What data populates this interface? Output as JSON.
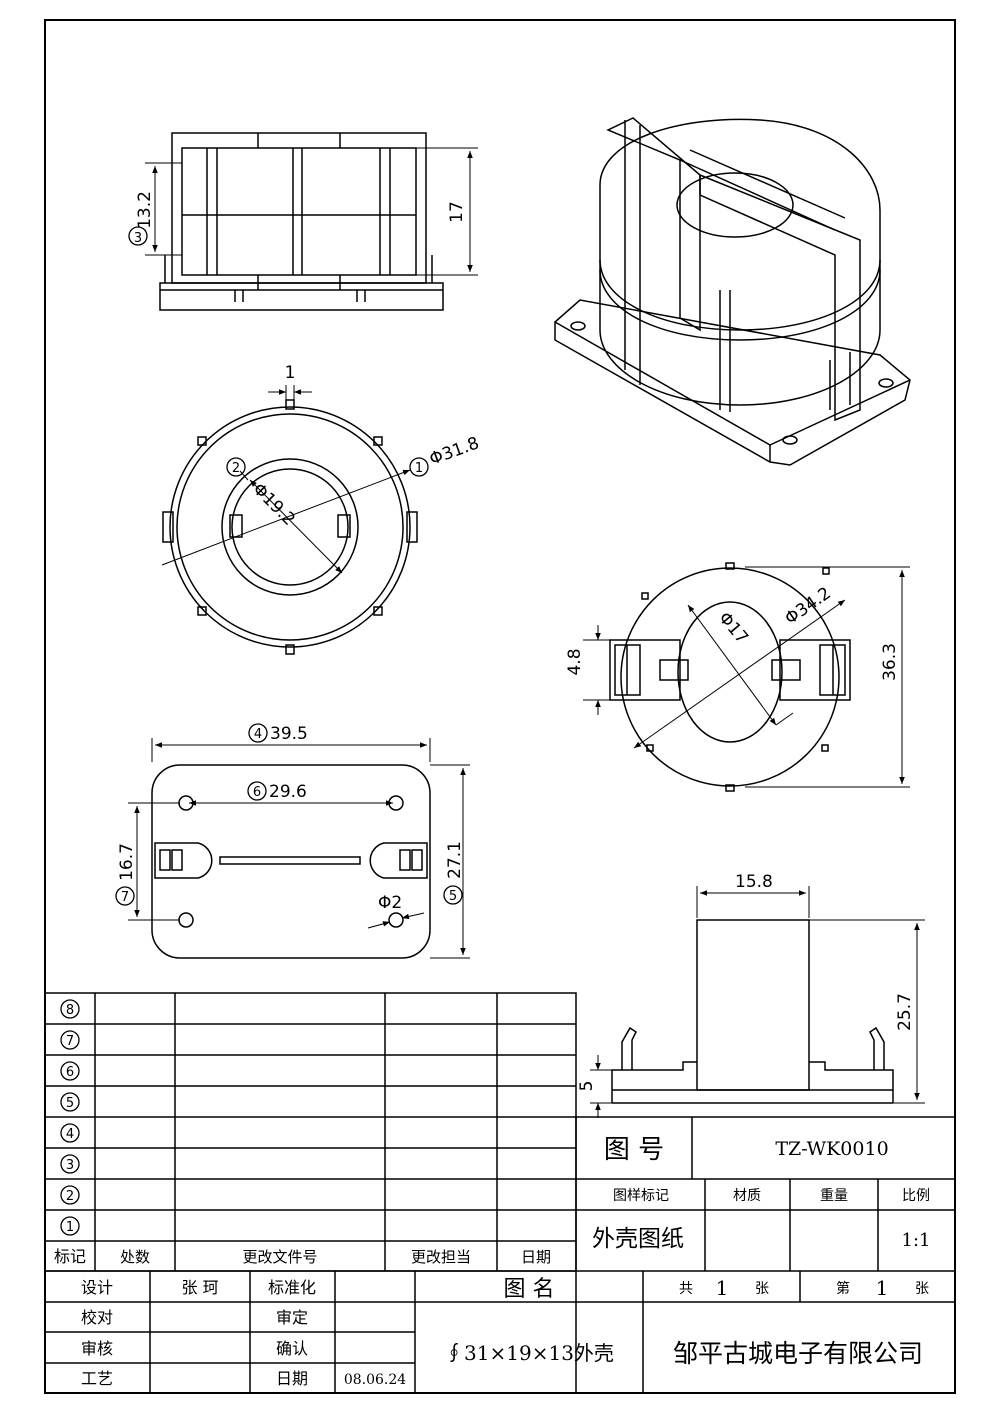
{
  "dims": {
    "d3": "13.2",
    "h17": "17",
    "w1": "1",
    "d1": "Φ31.8",
    "d2": "Φ19.2",
    "d34": "Φ34.2",
    "d17": "Φ17",
    "h48": "4.8",
    "h363": "36.3",
    "w395": "39.5",
    "w296": "29.6",
    "h167": "16.7",
    "h271": "27.1",
    "dphi2": "Φ2",
    "w158": "15.8",
    "h257": "25.7",
    "h5": "5"
  },
  "markers": {
    "m1": "1",
    "m2": "2",
    "m3": "3",
    "m4": "4",
    "m5": "5",
    "m6": "6",
    "m7": "7",
    "m8": "8"
  },
  "revision": {
    "col_mark": "标记",
    "col_count": "处数",
    "col_doc": "更改文件号",
    "col_person": "更改担当",
    "col_date": "日期"
  },
  "title_block": {
    "drawing_no_label": "图 号",
    "drawing_no": "TZ-WK0010",
    "sample_mark_label": "图样标记",
    "material_label": "材质",
    "weight_label": "重量",
    "scale_label": "比例",
    "drawing_type": "外壳图纸",
    "scale": "1:1",
    "design_label": "设计",
    "designer": "张 珂",
    "standard_label": "标准化",
    "name_label": "图 名",
    "total_label": "共",
    "total": "1",
    "sheet_unit": "张",
    "sheet_label": "第",
    "sheet": "1",
    "sheet_unit2": "张",
    "check_label": "校对",
    "approve_label": "审定",
    "review_label": "审核",
    "confirm_label": "确认",
    "process_label": "工艺",
    "date_label": "日期",
    "date": "08.06.24",
    "part_name": "∮31×19×13外壳",
    "company": "邹平古城电子有限公司"
  }
}
